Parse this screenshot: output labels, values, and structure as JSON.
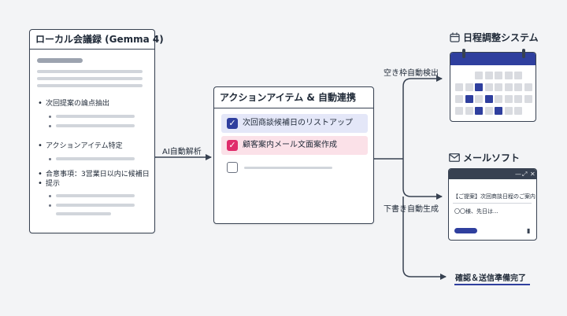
{
  "notes_card": {
    "title": "ローカル会議録 (Gemma 4)",
    "bullets": [
      "次回提案の論点抽出",
      "アクションアイテム特定",
      "合意事項：3営業日以内に候補日",
      "提示"
    ]
  },
  "arrows": {
    "ai_label": "AI自動解析",
    "schedule_label": "空き枠自動検出",
    "draft_label": "下書き自動生成"
  },
  "action_card": {
    "title": "アクションアイテム & 自動連携",
    "items": [
      "次回商談候補日のリストアップ",
      "顧客案内メール文面案作成"
    ]
  },
  "schedule": {
    "title": "日程調整システム"
  },
  "mail": {
    "title": "メールソフト",
    "subject": "【ご提案】次回商談日程のご案内",
    "body": "〇〇様、先日は..."
  },
  "final": {
    "label": "確認＆送信準備完了"
  },
  "colors": {
    "navy": "#2f3f9e",
    "check_blue_bg": "#e4e7f8",
    "check_pink_bg": "#fbe1e8",
    "check_pink": "#e02c6b"
  },
  "icons": [
    "calendar-icon",
    "envelope-icon",
    "check-icon",
    "trash-icon"
  ]
}
